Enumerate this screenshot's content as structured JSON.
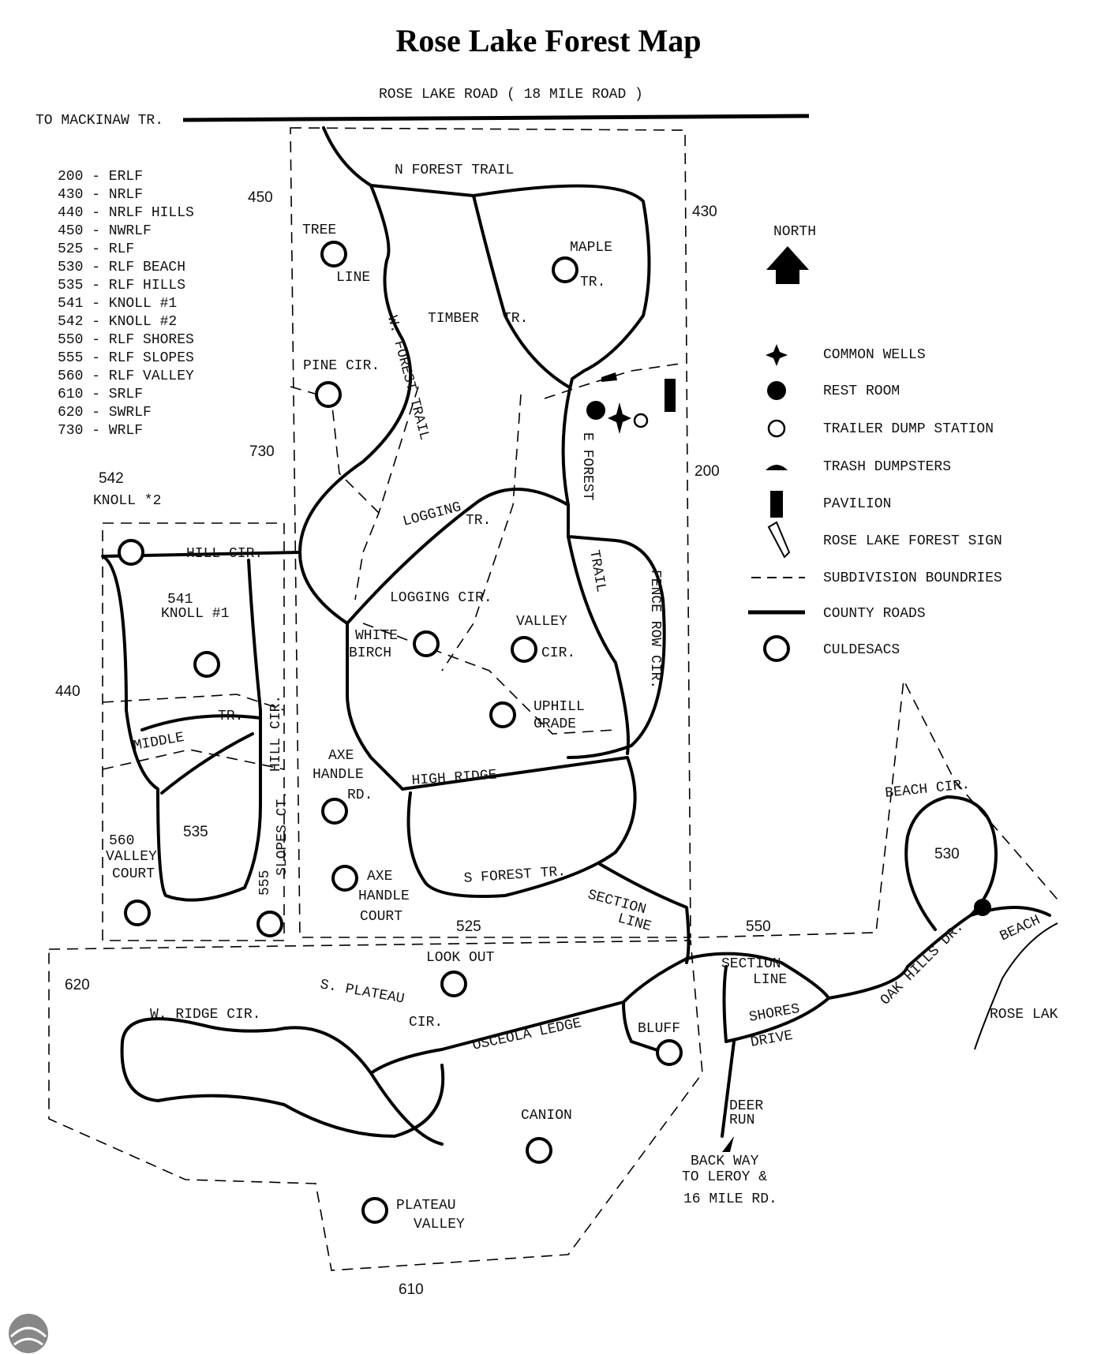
{
  "title": "Rose Lake Forest Map",
  "top_road": "ROSE LAKE ROAD  ( 18 MILE ROAD )",
  "west_road": "TO MACKINAW TR.",
  "key_list": [
    "200 - ERLF",
    "430 - NRLF",
    "440 - NRLF HILLS",
    "450 - NWRLF",
    "525 - RLF",
    "530 - RLF BEACH",
    "535 - RLF HILLS",
    "541 - KNOLL #1",
    "542 - KNOLL #2",
    "550 - RLF SHORES",
    "555 - RLF SLOPES",
    "560 - RLF VALLEY",
    "610 - SRLF",
    "620 - SWRLF",
    "730 - WRLF"
  ],
  "legend": {
    "north": "NORTH",
    "items": [
      {
        "icon": "common-wells-icon",
        "label": "COMMON WELLS"
      },
      {
        "icon": "rest-room-icon",
        "label": "REST ROOM"
      },
      {
        "icon": "trailer-dump-icon",
        "label": "TRAILER DUMP STATION"
      },
      {
        "icon": "trash-dumpster-icon",
        "label": "TRASH DUMPSTERS"
      },
      {
        "icon": "pavilion-icon",
        "label": "PAVILION"
      },
      {
        "icon": "sign-icon",
        "label": "ROSE LAKE FOREST SIGN"
      },
      {
        "icon": "dashed-line-icon",
        "label": "SUBDIVISION BOUNDRIES"
      },
      {
        "icon": "solid-line-icon",
        "label": "COUNTY ROADS"
      },
      {
        "icon": "culdesac-icon",
        "label": "CULDESACS"
      }
    ]
  },
  "areas": {
    "a450": "450",
    "a430": "430",
    "a730": "730",
    "a200": "200",
    "a542": "542",
    "knoll2": "KNOLL *2",
    "a541": "541",
    "knoll1": "KNOLL #1",
    "a440": "440",
    "a535": "535",
    "a560a": "560",
    "a560b": "VALLEY",
    "a560c": "COURT",
    "a555": "555",
    "a525": "525",
    "a550": "550",
    "a530": "530",
    "a620": "620",
    "a610": "610"
  },
  "streets": {
    "n_forest": "N FOREST TRAIL",
    "tree": "TREE",
    "line": "LINE",
    "maple": "MAPLE",
    "tr_maple": "TR.",
    "timber": "TIMBER",
    "tr_timber": "TR.",
    "w_forest": "W. FOREST TRAIL",
    "pine": "PINE CIR.",
    "e_forest": "E FOREST",
    "trail": "TRAIL",
    "fence_row": "FENCE ROW CIR.",
    "logging": "LOGGING",
    "tr_logging": "TR.",
    "logging_cir": "LOGGING CIR.",
    "hill_cir": "HILL CIR.",
    "white": "WHITE",
    "birch": "BIRCH",
    "valley": "VALLEY",
    "cir_valley": "CIR.",
    "uphill": "UPHILL",
    "grade": "GRADE",
    "middle": "MIDDLE",
    "tr_middle": "TR.",
    "hill_cir_v": "HILL CIR.",
    "slopes": "SLOPES CT.",
    "axe1": "AXE",
    "axe2": "HANDLE",
    "axe3": "RD.",
    "high_ridge": "HIGH RIDGE",
    "axec1": "AXE",
    "axec2": "HANDLE",
    "axec3": "COURT",
    "s_forest": "S FOREST TR.",
    "section1": "SECTION",
    "section2": "LINE",
    "look_out": "LOOK OUT",
    "s_plateau": "S. PLATEAU",
    "cir_plateau": "CIR.",
    "w_ridge": "W. RIDGE CIR.",
    "osceola": "OSCEOLA LEDGE",
    "bluff": "BLUFF",
    "section_line1": "SECTION",
    "section_line2": "LINE",
    "shores": "SHORES",
    "drive": "DRIVE",
    "oak_hills": "OAK HILLS DR.",
    "beach_cir": "BEACH CIR.",
    "beach": "BEACH",
    "rose_lake": "ROSE LAK",
    "deer": "DEER",
    "run": "RUN",
    "canion": "CANION",
    "plateau": "PLATEAU",
    "plateau_valley": "VALLEY",
    "back1": "BACK WAY",
    "back2": "TO LEROY &",
    "back3": "16 MILE RD."
  }
}
